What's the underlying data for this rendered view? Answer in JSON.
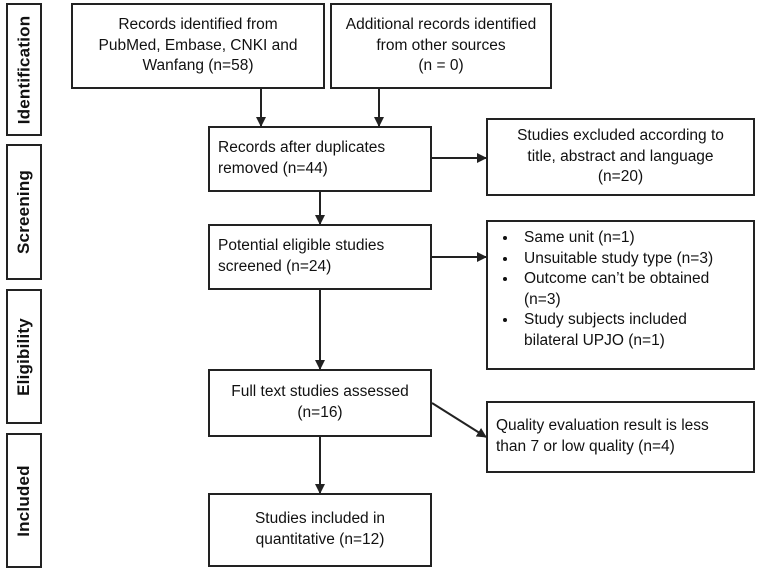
{
  "stages": {
    "identification": "Identification",
    "screening": "Screening",
    "eligibility": "Eligibility",
    "included": "Included"
  },
  "boxes": {
    "records_identified": "Records identified from\nPubMed, Embase, CNKI and\nWanfang   (n=58)",
    "additional_records": "Additional records identified\nfrom other sources\n(n = 0)",
    "after_duplicates": "Records after duplicates\nremoved    (n=44)",
    "excluded_title": "Studies excluded according to\ntitle, abstract and language\n(n=20)",
    "potential_eligible": "Potential eligible studies\nscreened    (n=24)",
    "exclusion_reasons": [
      "Same unit (n=1)",
      "Unsuitable study type (n=3)",
      "Outcome can’t be obtained (n=3)",
      " Study subjects included bilateral UPJO (n=1)"
    ],
    "full_text": "Full text studies assessed\n(n=16)",
    "quality_eval": "Quality evaluation result is less\nthan 7 or low quality (n=4)",
    "included_quant": "Studies included in\nquantitative    (n=12)"
  }
}
